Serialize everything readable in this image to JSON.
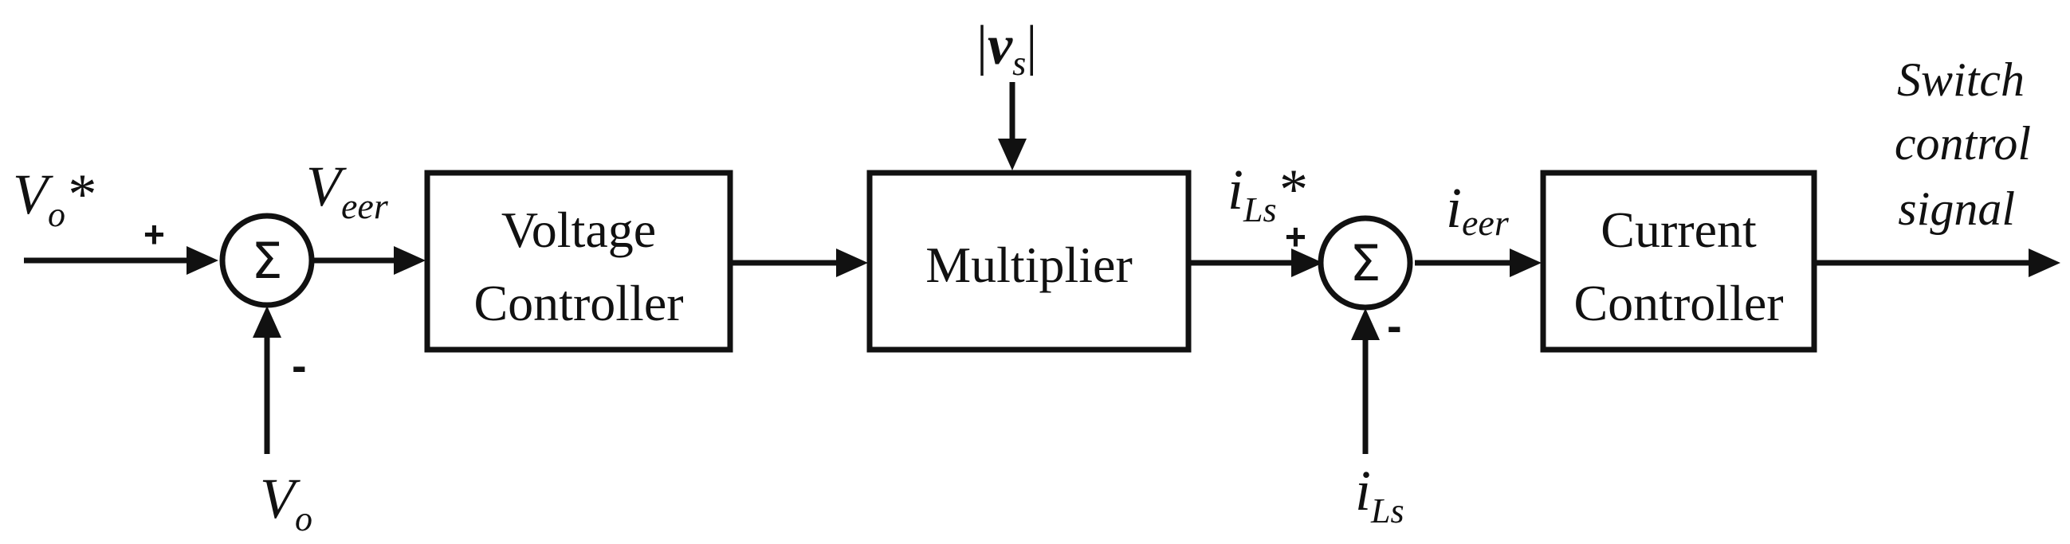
{
  "blocks": {
    "voltage_controller": {
      "line1": "Voltage",
      "line2": "Controller"
    },
    "multiplier": {
      "label": "Multiplier"
    },
    "current_controller": {
      "line1": "Current",
      "line2": "Controller"
    }
  },
  "summers": {
    "symbol": "Σ",
    "voltage": {
      "plus": "+",
      "minus": "-"
    },
    "current": {
      "plus": "+",
      "minus": "-"
    }
  },
  "signals": {
    "vo_ref": {
      "base": "V",
      "sub": "o",
      "suffix": "*"
    },
    "vo": {
      "base": "V",
      "sub": "o"
    },
    "v_err": {
      "base": "V",
      "sub": "eer"
    },
    "vs_abs": {
      "left_bar": "|",
      "base": "v",
      "sub": "s",
      "right_bar": "|"
    },
    "iLs_ref": {
      "base": "i",
      "sub": "Ls",
      "suffix": "*"
    },
    "iLs": {
      "base": "i",
      "sub": "Ls"
    },
    "i_err": {
      "base": "i",
      "sub": "eer"
    },
    "switch_signal": {
      "line1": "Switch",
      "line2": "control",
      "line3": "signal"
    }
  }
}
